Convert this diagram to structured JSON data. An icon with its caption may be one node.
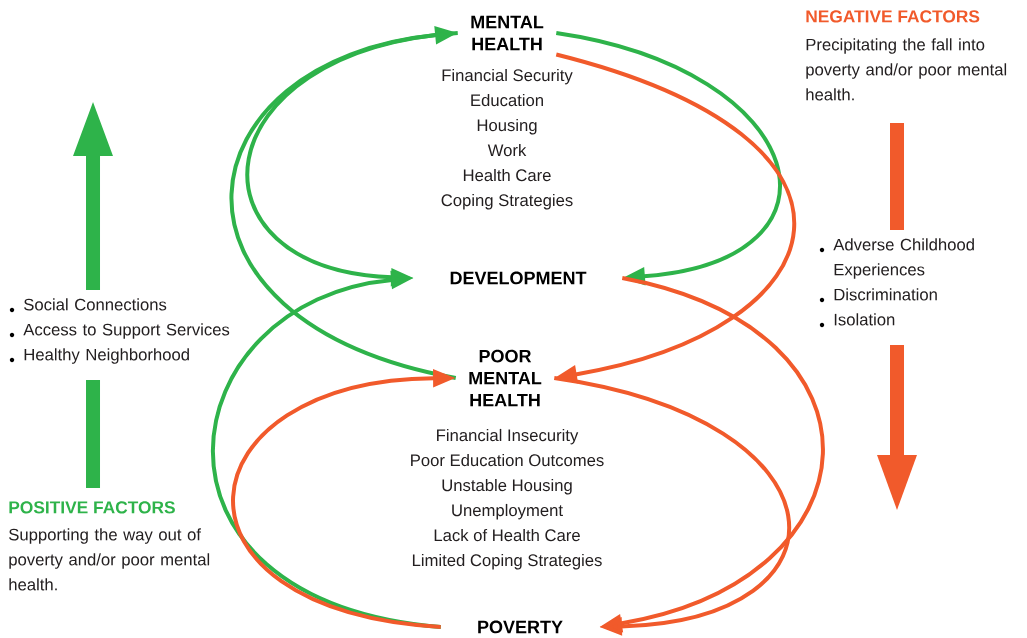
{
  "diagram": {
    "nodes": [
      {
        "text": [
          "MENTAL HEALTH"
        ],
        "beside": [
          "Financial Security",
          "Education",
          "Housing",
          "Work",
          "Health Care",
          "Coping Strategies"
        ]
      },
      {
        "text": [
          "DEVELOPMENT"
        ]
      },
      {
        "text": [
          "POOR MENTAL HEALTH"
        ],
        "beside": [
          "Financial Insecurity",
          "Poor Education Outcomes",
          "Unstable Housing",
          "Unemployment",
          "Lack of Health Care",
          "Limited Coping Strategies"
        ]
      },
      {
        "text": [
          "POVERTY"
        ]
      }
    ],
    "edges": [
      {
        "from": 0,
        "to": 1,
        "arrow": "to",
        "color": "#2eb34a"
      },
      {
        "from": 0,
        "to": 1,
        "arrow": "to",
        "color": "#2eb34a"
      },
      {
        "from": 2,
        "to": 0,
        "arrow": "to",
        "color": "#2eb34a"
      },
      {
        "from": 3,
        "to": 1,
        "arrow": "to",
        "color": "#2eb34a"
      },
      {
        "from": 1,
        "to": 3,
        "arrow": "to",
        "color": "#f15a2b"
      },
      {
        "from": 0,
        "to": 2,
        "arrow": "to",
        "color": "#f15a2b"
      },
      {
        "from": 2,
        "to": 3,
        "arrow": "to",
        "color": "#f15a2b"
      },
      {
        "from": 3,
        "to": 2,
        "arrow": "to",
        "color": "#f15a2b"
      }
    ],
    "labels": [
      "NEGATIVE FACTORS",
      "Precipitating the fall into poverty and/or poor mental health.",
      "Adverse Childhood Experiences",
      "Discrimination",
      "Isolation",
      "Social Connections",
      "Access to Support Services",
      "Healthy Neighborhood",
      "POSITIVE FACTORS",
      "Supporting the way out of poverty and/or poor mental health."
    ]
  }
}
